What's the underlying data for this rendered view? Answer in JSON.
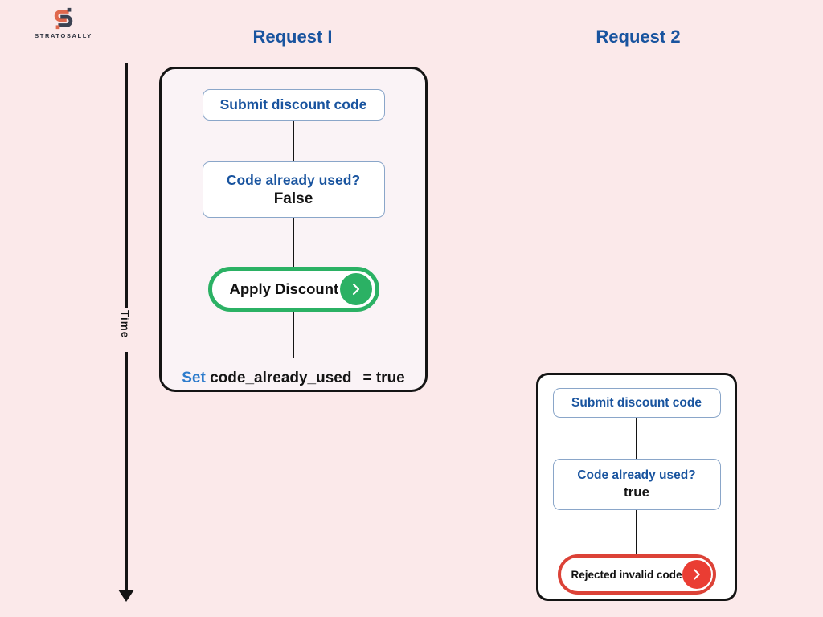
{
  "brand": {
    "name": "STRATOSALLY"
  },
  "timeline": {
    "label": "Time"
  },
  "request1": {
    "title": "Request I",
    "submit_label": "Submit discount code",
    "check_question": "Code already used?",
    "check_answer": "False",
    "action_label": "Apply Discount",
    "set_prefix": "Set",
    "set_variable": "code_already_used",
    "set_assignment": "= true"
  },
  "request2": {
    "title": "Request 2",
    "submit_label": "Submit discount code",
    "check_question": "Code already used?",
    "check_answer": "true",
    "action_label": "Rejected invalid code"
  },
  "colors": {
    "background_pink": "#fbe9ea",
    "accent_blue": "#19549f",
    "set_blue": "#2e7ccc",
    "success_green": "#2bb164",
    "error_red": "#dc4237",
    "error_red_bright": "#ea3d33",
    "line_black": "#141414",
    "logo_orange": "#e0684d",
    "logo_navy": "#3b4252"
  }
}
